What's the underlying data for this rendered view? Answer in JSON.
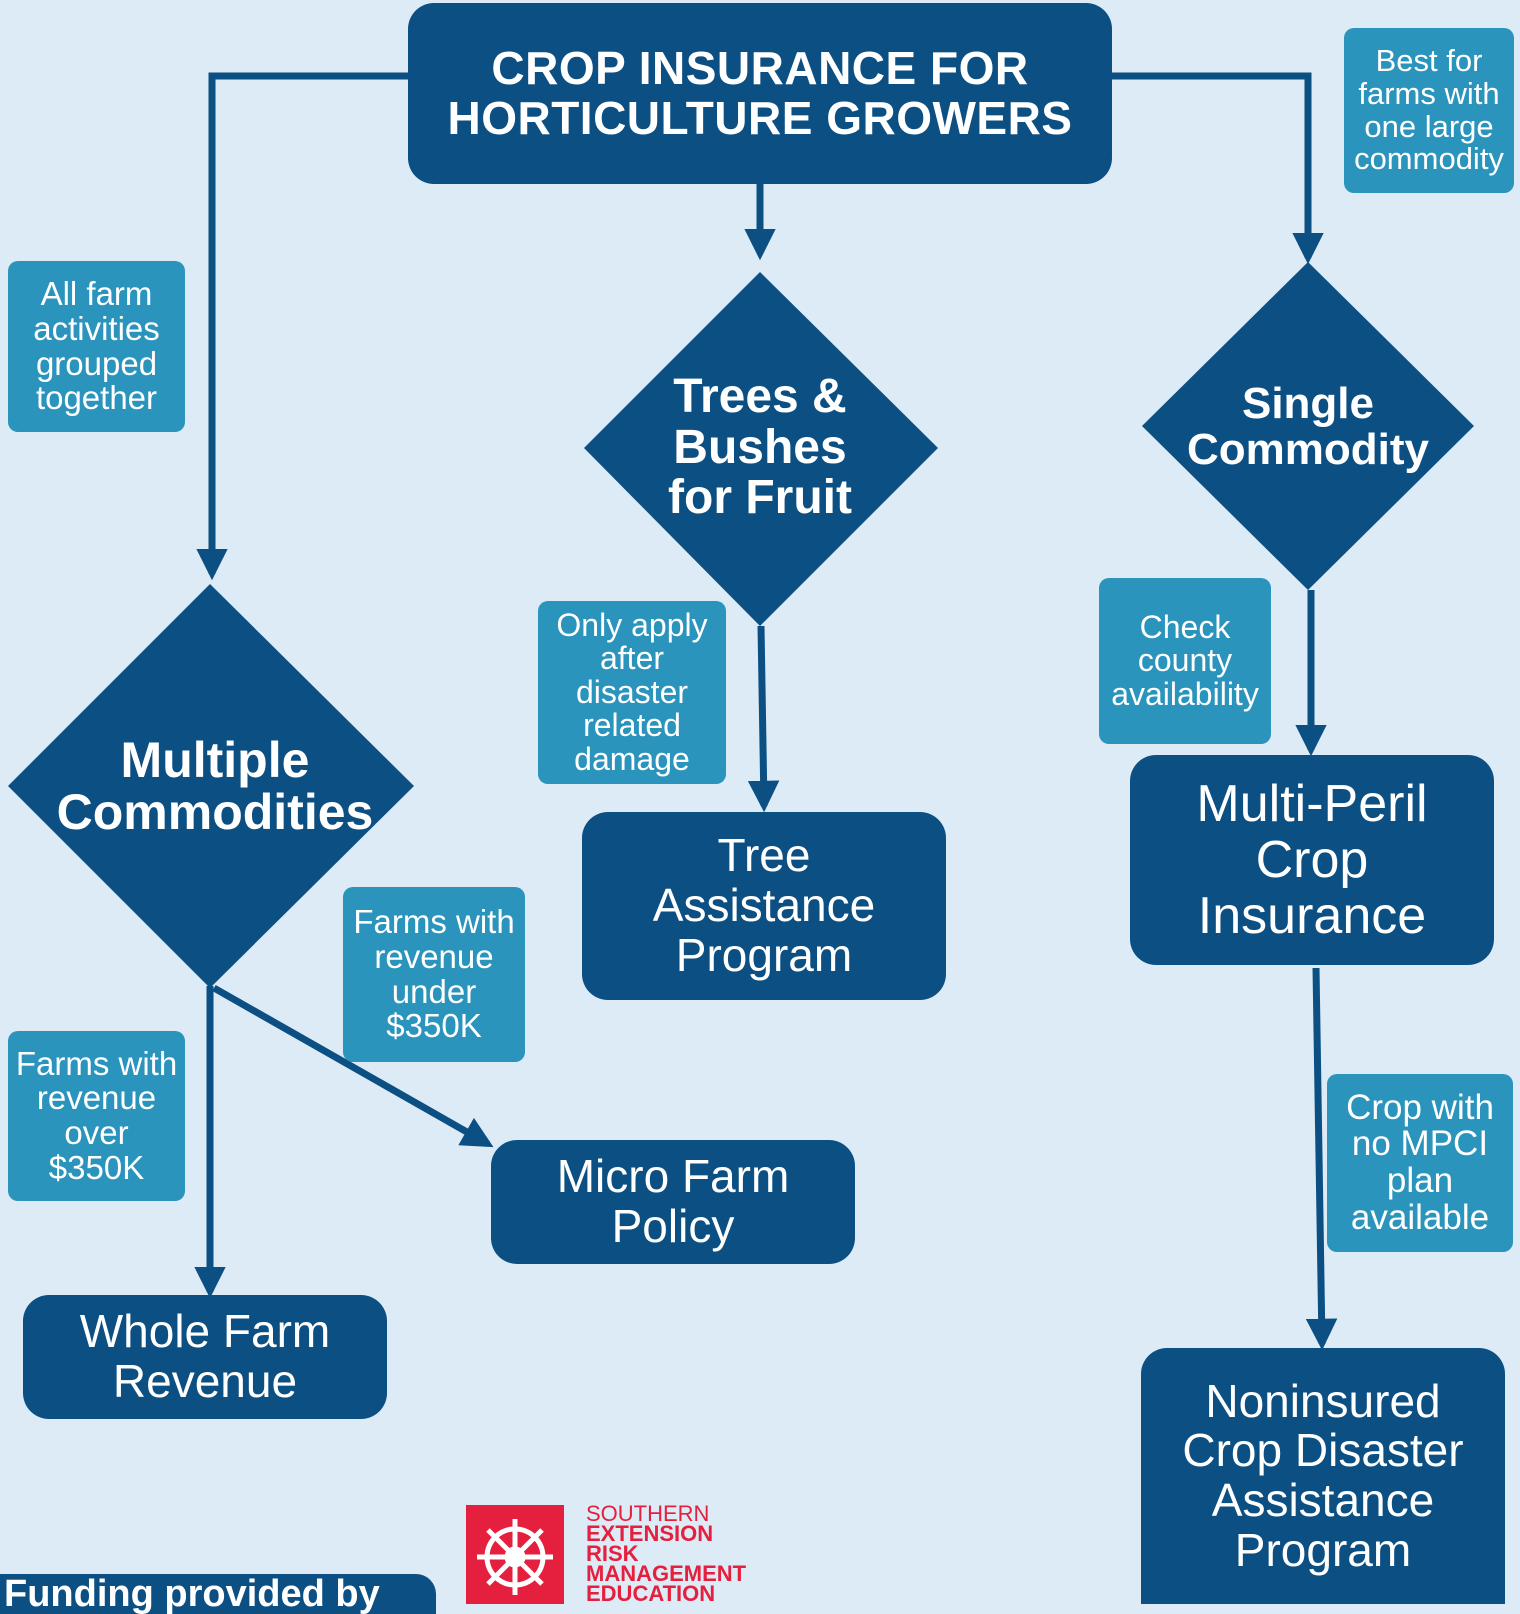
{
  "title": "CROP INSURANCE FOR\nHORTICULTURE GROWERS",
  "decisions": {
    "trees": "Trees &\nBushes\nfor Fruit",
    "single": "Single\nCommodity",
    "multiple": "Multiple\nCommodities"
  },
  "outcomes": {
    "tap": "Tree\nAssistance\nProgram",
    "mpci": "Multi-Peril\nCrop\nInsurance",
    "micro": "Micro Farm\nPolicy",
    "wfr": "Whole Farm\nRevenue",
    "nap": "Noninsured\nCrop Disaster\nAssistance\nProgram"
  },
  "notes": {
    "best_for": "Best for\nfarms with\none large\ncommodity",
    "all_farm": "All farm\nactivities\ngrouped\ntogether",
    "only_apply": "Only apply\nafter\ndisaster\nrelated\ndamage",
    "check_county": "Check\ncounty\navailability",
    "under_350": "Farms with\nrevenue\nunder\n$350K",
    "over_350": "Farms with\nrevenue\nover\n$350K",
    "no_mpci": "Crop with\nno MPCI\nplan\navailable"
  },
  "footer": {
    "funding": "Funding provided by",
    "logo_line1": "SOUTHERN",
    "logo_line2": "EXTENSION",
    "logo_line3": "RISK",
    "logo_line4": "MANAGEMENT",
    "logo_line5": "EDUCATION"
  },
  "colors": {
    "background": "#dcebf6",
    "navy": "#0c4f83",
    "teal": "#2a94bd",
    "logo_red": "#e5203f"
  }
}
